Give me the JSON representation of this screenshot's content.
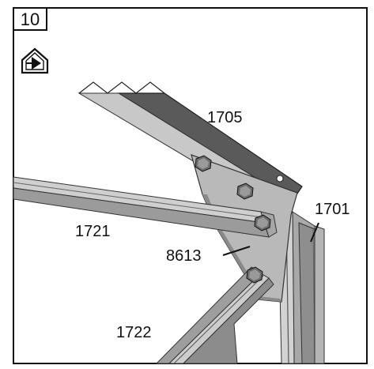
{
  "step": {
    "number": "10"
  },
  "icons": {
    "house": "house-with-arrow-icon"
  },
  "parts": {
    "roof_beam": "1705",
    "upper_bar": "1721",
    "gusset_plate": "8613",
    "post": "1701",
    "lower_bar": "1722"
  },
  "colors": {
    "outline": "#111111",
    "dark_steel": "#595959",
    "mid_steel": "#9a9a9a",
    "light_steel": "#c4c4c4",
    "pale_steel": "#d4d4d4"
  }
}
